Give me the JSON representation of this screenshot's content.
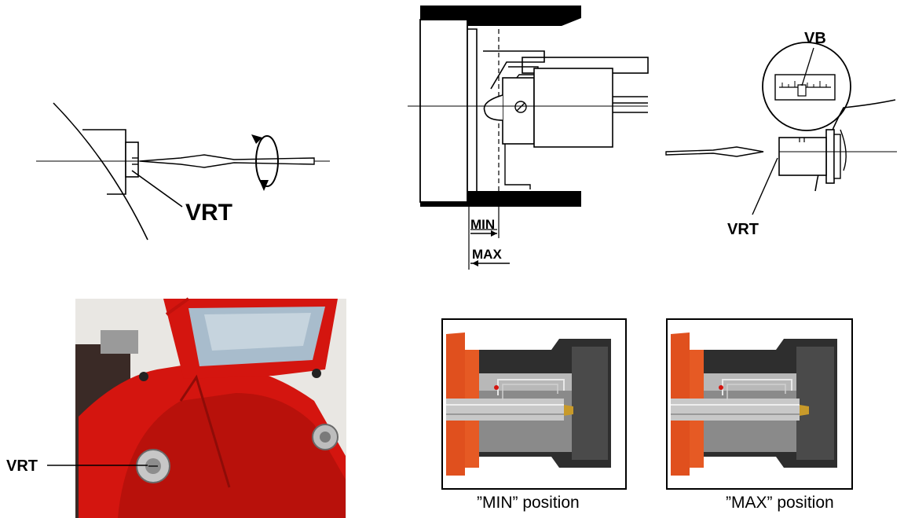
{
  "figure": {
    "screwdriver_diagram": {
      "label": "VRT"
    },
    "head_section_diagram": {
      "min_label": "MIN",
      "max_label": "MAX"
    },
    "scale_diagram": {
      "scale_label": "VB",
      "screw_label": "VRT"
    },
    "photo": {
      "label": "VRT"
    },
    "positions": {
      "min_caption": "”MIN” position",
      "max_caption": "”MAX” position"
    }
  },
  "colors": {
    "burner_red": "#d4150f",
    "flange_orange": "#e0501e",
    "housing_dark": "#2e2e2e",
    "line": "#000000"
  }
}
